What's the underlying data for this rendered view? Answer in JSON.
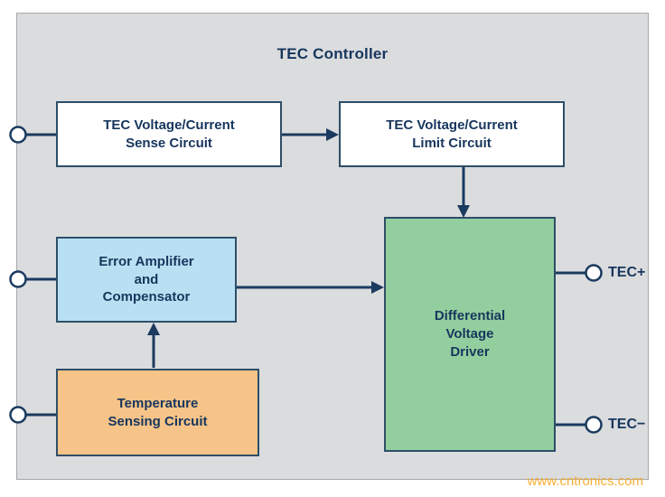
{
  "diagram": {
    "title": "TEC Controller",
    "blocks": {
      "sense": {
        "lines": [
          "TEC Voltage/Current",
          "Sense Circuit"
        ]
      },
      "limit": {
        "lines": [
          "TEC Voltage/Current",
          "Limit Circuit"
        ]
      },
      "error_amp": {
        "lines": [
          "Error Amplifier",
          "and",
          "Compensator"
        ]
      },
      "temp": {
        "lines": [
          "Temperature",
          "Sensing Circuit"
        ]
      },
      "driver": {
        "lines": [
          "Differential",
          "Voltage",
          "Driver"
        ]
      }
    },
    "ports": {
      "tec_plus": "TEC+",
      "tec_minus": "TEC−"
    },
    "colors": {
      "panel_bg": "#dbdcde",
      "panel_border": "#a8a8ac",
      "box_border": "#2d4e68",
      "text": "#17365d",
      "arrow": "#1b3a5f",
      "white_fill": "#ffffff",
      "blue_fill": "#b9e0f2",
      "orange_fill": "#f6c488",
      "green_fill": "#93cf9e",
      "watermark": "#f6a71e"
    },
    "watermark": "www.cntronics.com"
  }
}
